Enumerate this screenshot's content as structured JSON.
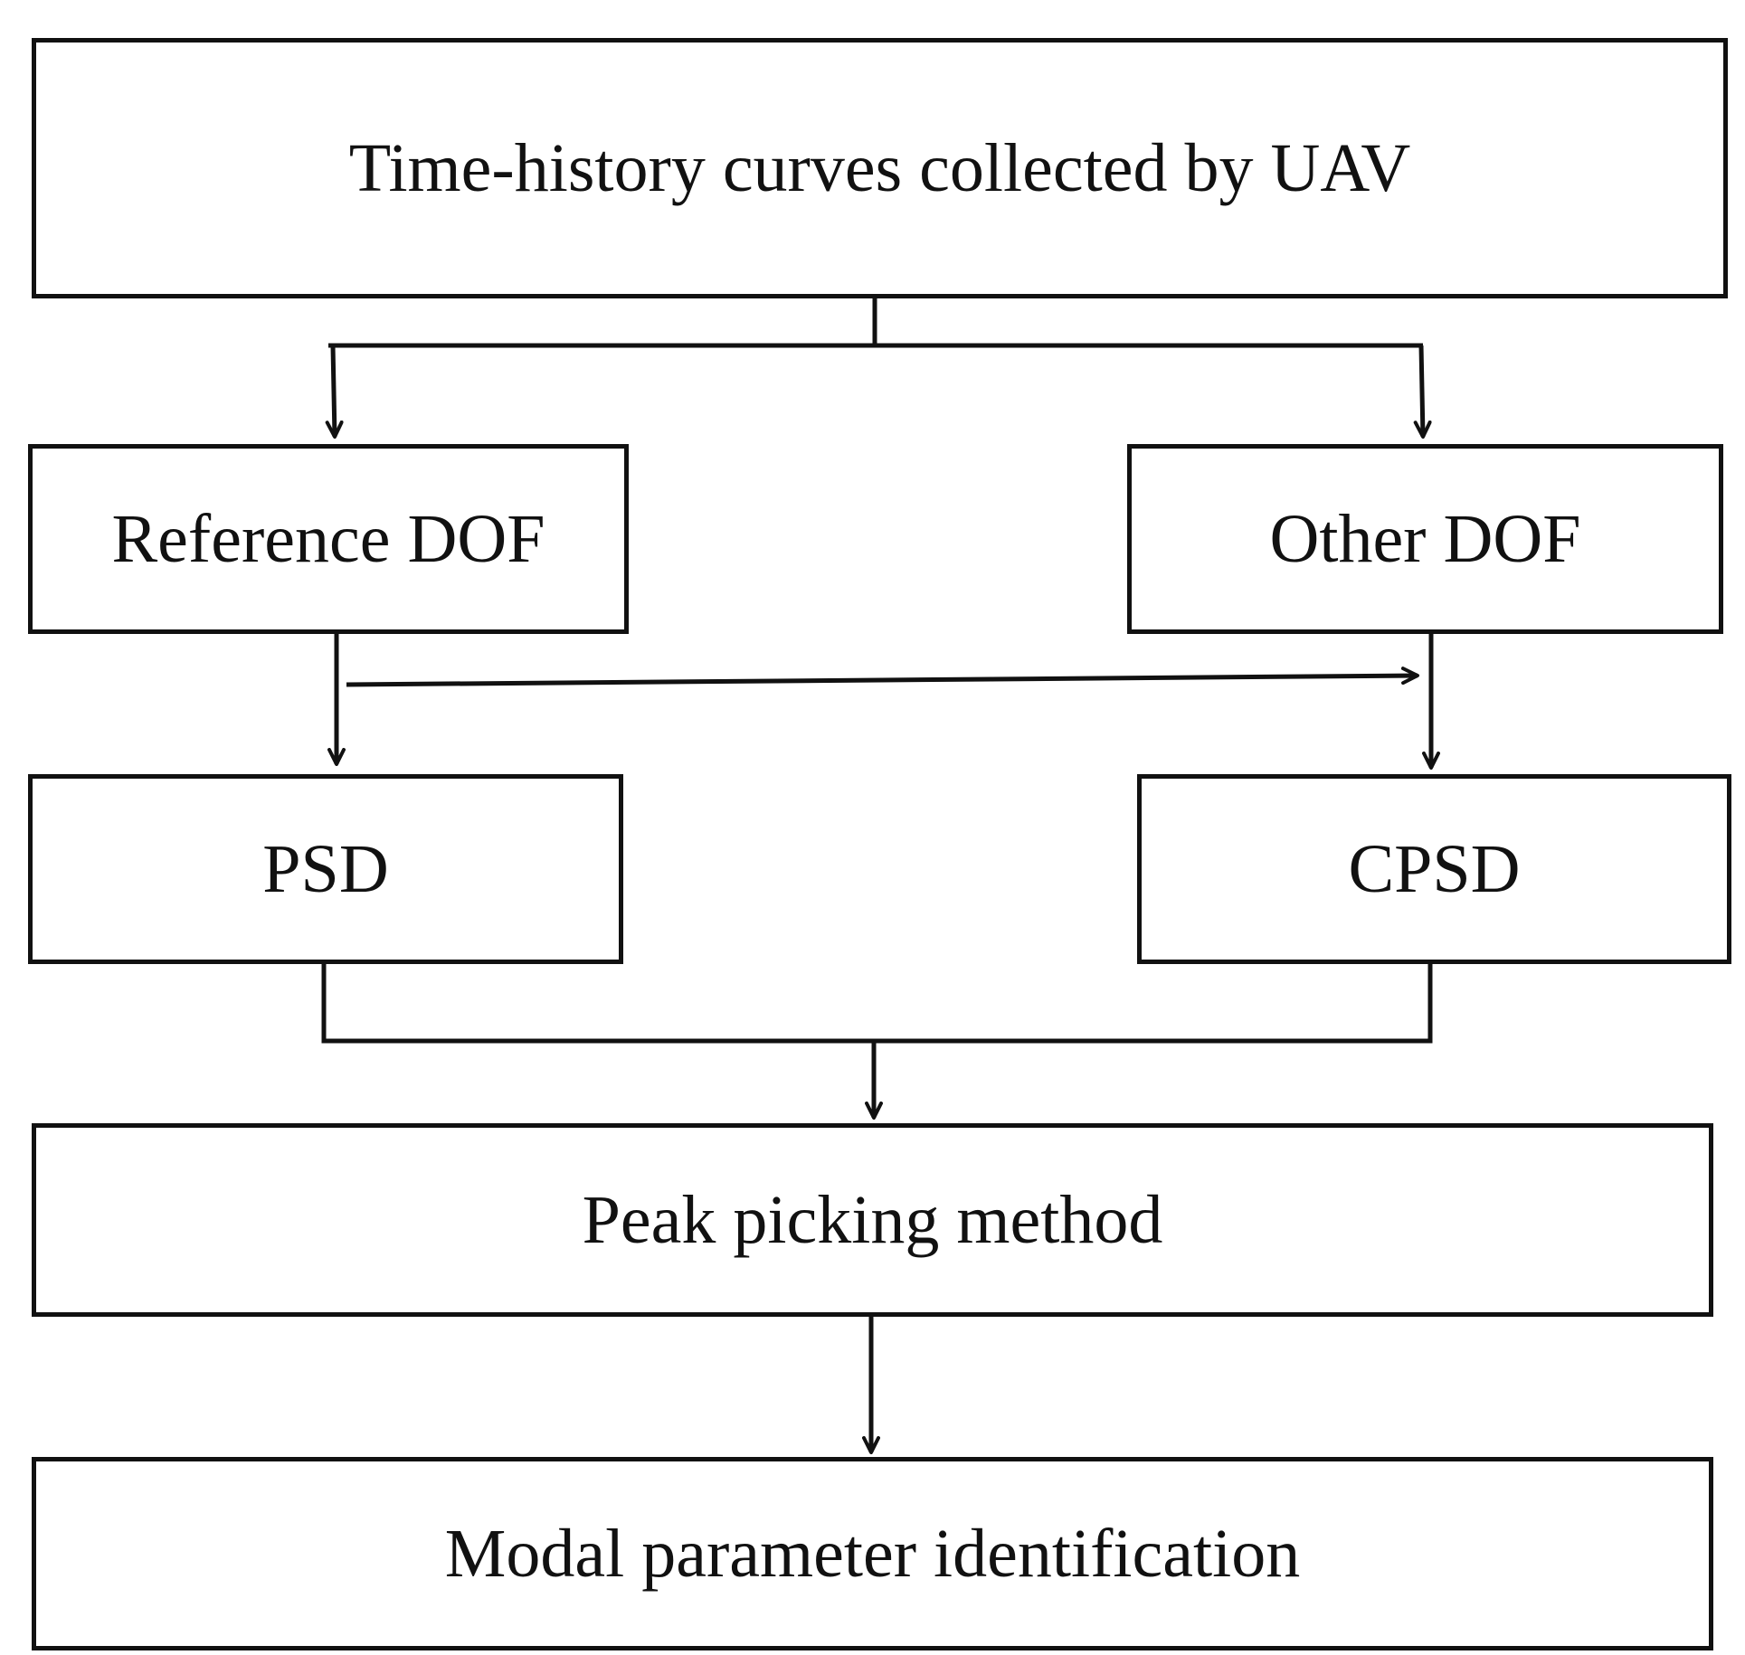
{
  "diagram": {
    "nodes": {
      "source": "Time-history curves collected by UAV",
      "reference_dof": "Reference DOF",
      "other_dof": "Other DOF",
      "psd": "PSD",
      "cpsd": "CPSD",
      "peak_picking": "Peak picking method",
      "modal_id": "Modal parameter identification"
    },
    "edges": [
      {
        "from": "source",
        "to": "reference_dof"
      },
      {
        "from": "source",
        "to": "other_dof"
      },
      {
        "from": "reference_dof",
        "to": "psd"
      },
      {
        "from": "reference_dof",
        "to": "cpsd"
      },
      {
        "from": "other_dof",
        "to": "cpsd"
      },
      {
        "from": "psd",
        "to": "peak_picking"
      },
      {
        "from": "cpsd",
        "to": "peak_picking"
      },
      {
        "from": "peak_picking",
        "to": "modal_id"
      }
    ],
    "colors": {
      "line": "#111111",
      "background": "#ffffff"
    }
  }
}
